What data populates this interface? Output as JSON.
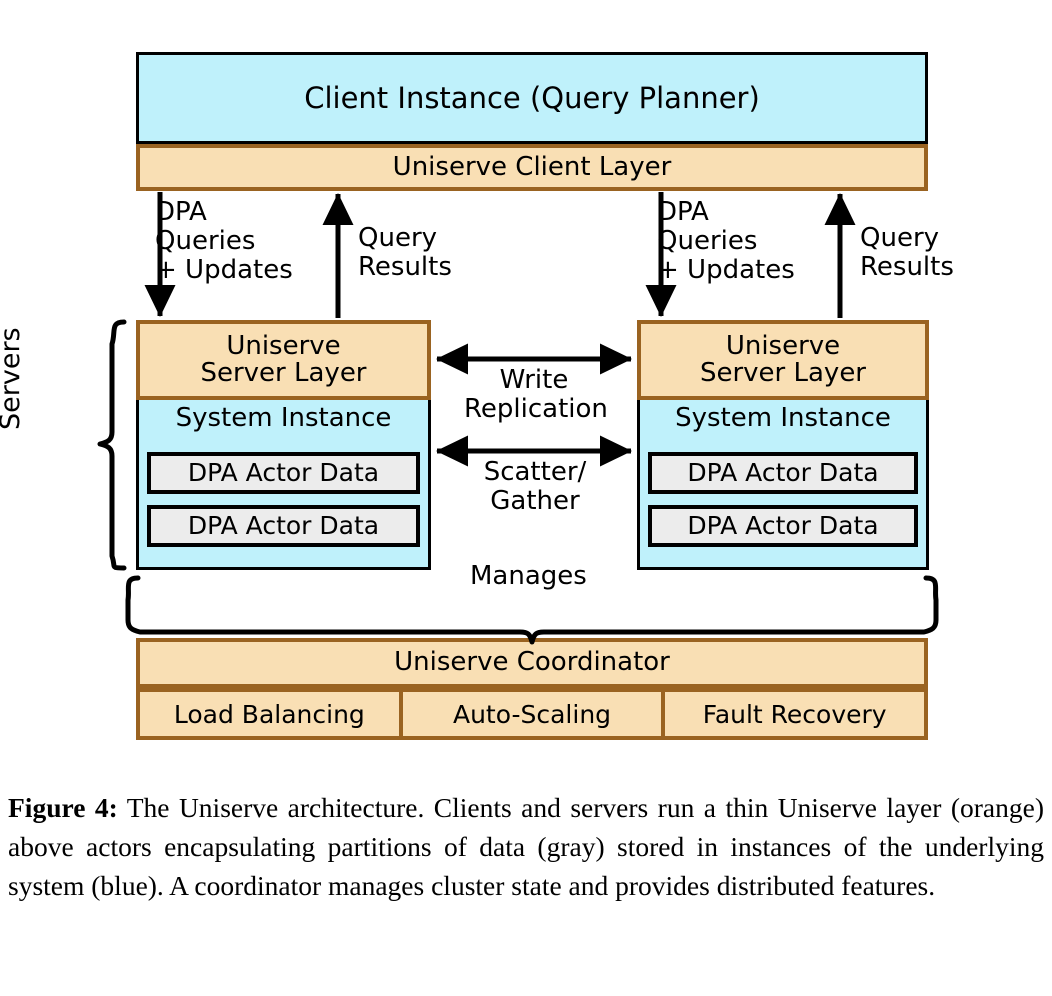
{
  "figure": {
    "label": "Figure 4:",
    "caption": "The Uniserve architecture. Clients and servers run a thin Uniserve layer (orange) above actors encapsulating partitions of data (gray) stored in instances of the underlying system (blue). A coordinator manages cluster state and provides distributed features."
  },
  "colors": {
    "blue_fill": "#bff1fb",
    "orange_fill": "#f9dfb4",
    "orange_border": "#9a6321",
    "gray_fill": "#ececec",
    "black": "#000000",
    "background": "#ffffff"
  },
  "client": {
    "instance_label": "Client Instance (Query Planner)",
    "layer_label": "Uniserve Client Layer"
  },
  "servers": {
    "group_label": "Servers",
    "nodes": [
      {
        "layer_label_line1": "Uniserve",
        "layer_label_line2": "Server Layer",
        "system_instance_label": "System Instance",
        "actors": [
          "DPA Actor Data",
          "DPA Actor Data"
        ]
      },
      {
        "layer_label_line1": "Uniserve",
        "layer_label_line2": "Server Layer",
        "system_instance_label": "System Instance",
        "actors": [
          "DPA Actor Data",
          "DPA Actor Data"
        ]
      }
    ]
  },
  "edge_labels": {
    "down_left": "DPA\nQueries\n+ Updates",
    "up_left": "Query\nResults",
    "down_right": "DPA\nQueries\n+ Updates",
    "up_right": "Query\nResults",
    "write_replication": "Write\nReplication",
    "scatter_gather": "Scatter/\nGather",
    "manages": "Manages"
  },
  "coordinator": {
    "title": "Uniserve Coordinator",
    "features": [
      "Load Balancing",
      "Auto-Scaling",
      "Fault Recovery"
    ]
  }
}
